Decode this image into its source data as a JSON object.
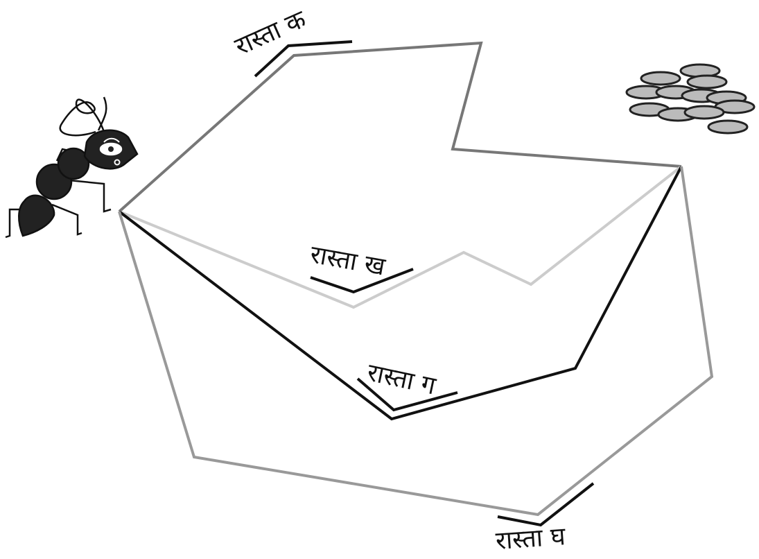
{
  "paths": [
    {
      "id": "ka",
      "label": "रास्ता  क",
      "color": "#777777"
    },
    {
      "id": "kha",
      "label": "रास्ता  ख",
      "color": "#cccccc"
    },
    {
      "id": "ga",
      "label": "रास्ता  ग",
      "color": "#111111"
    },
    {
      "id": "gha",
      "label": "रास्ता  घ",
      "color": "#999999"
    }
  ],
  "start_figure": "ant",
  "end_figure": "grains-pile"
}
